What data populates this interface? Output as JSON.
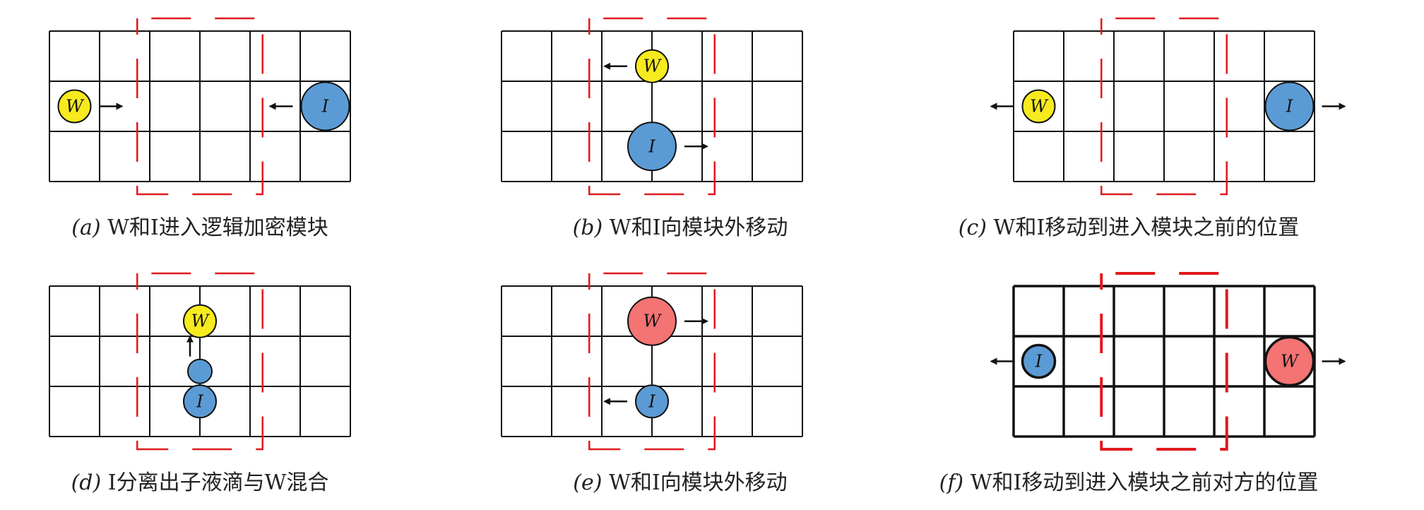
{
  "panels": [
    {
      "tag": "(a)",
      "caption": "W和I进入逻辑加密模块",
      "droplets": [
        {
          "label": "W",
          "color": "#f7ea1e",
          "col": 0.5,
          "row": 1.5,
          "size": "small",
          "arrow": "right"
        },
        {
          "label": "I",
          "color": "#5b9bd5",
          "col": 5.5,
          "row": 1.5,
          "size": "large",
          "arrow": "left"
        }
      ]
    },
    {
      "tag": "(b)",
      "caption": "W和I向模块外移动",
      "droplets": [
        {
          "label": "W",
          "color": "#f7ea1e",
          "col": 3.0,
          "row": 0.7,
          "size": "small",
          "arrow": "left"
        },
        {
          "label": "I",
          "color": "#5b9bd5",
          "col": 3.0,
          "row": 2.3,
          "size": "large",
          "arrow": "right"
        }
      ]
    },
    {
      "tag": "(c)",
      "caption": "W和I移动到进入模块之前的位置",
      "droplets": [
        {
          "label": "W",
          "color": "#f7ea1e",
          "col": 0.5,
          "row": 1.5,
          "size": "small",
          "arrow": "left"
        },
        {
          "label": "I",
          "color": "#5b9bd5",
          "col": 5.5,
          "row": 1.5,
          "size": "large",
          "arrow": "right"
        }
      ]
    },
    {
      "tag": "(d)",
      "caption": "I分离出子液滴与W混合",
      "droplets": [
        {
          "label": "W",
          "color": "#f7ea1e",
          "col": 3.0,
          "row": 0.7,
          "size": "small",
          "arrow": null
        },
        {
          "label": "",
          "color": "#5b9bd5",
          "col": 3.0,
          "row": 1.7,
          "size": "tiny",
          "arrow": "up"
        },
        {
          "label": "I",
          "color": "#5b9bd5",
          "col": 3.0,
          "row": 2.3,
          "size": "small",
          "arrow": null
        }
      ]
    },
    {
      "tag": "(e)",
      "caption": "W和I向模块外移动",
      "droplets": [
        {
          "label": "W",
          "color": "#f47373",
          "col": 3.0,
          "row": 0.7,
          "size": "large",
          "arrow": "right"
        },
        {
          "label": "I",
          "color": "#5b9bd5",
          "col": 3.0,
          "row": 2.3,
          "size": "small",
          "arrow": "left"
        }
      ]
    },
    {
      "tag": "(f)",
      "caption": "W和I移动到进入模块之前对方的位置",
      "droplets": [
        {
          "label": "I",
          "color": "#5b9bd5",
          "col": 0.5,
          "row": 1.5,
          "size": "small",
          "arrow": "left"
        },
        {
          "label": "W",
          "color": "#f47373",
          "col": 5.5,
          "row": 1.5,
          "size": "large",
          "arrow": "right"
        }
      ]
    }
  ]
}
